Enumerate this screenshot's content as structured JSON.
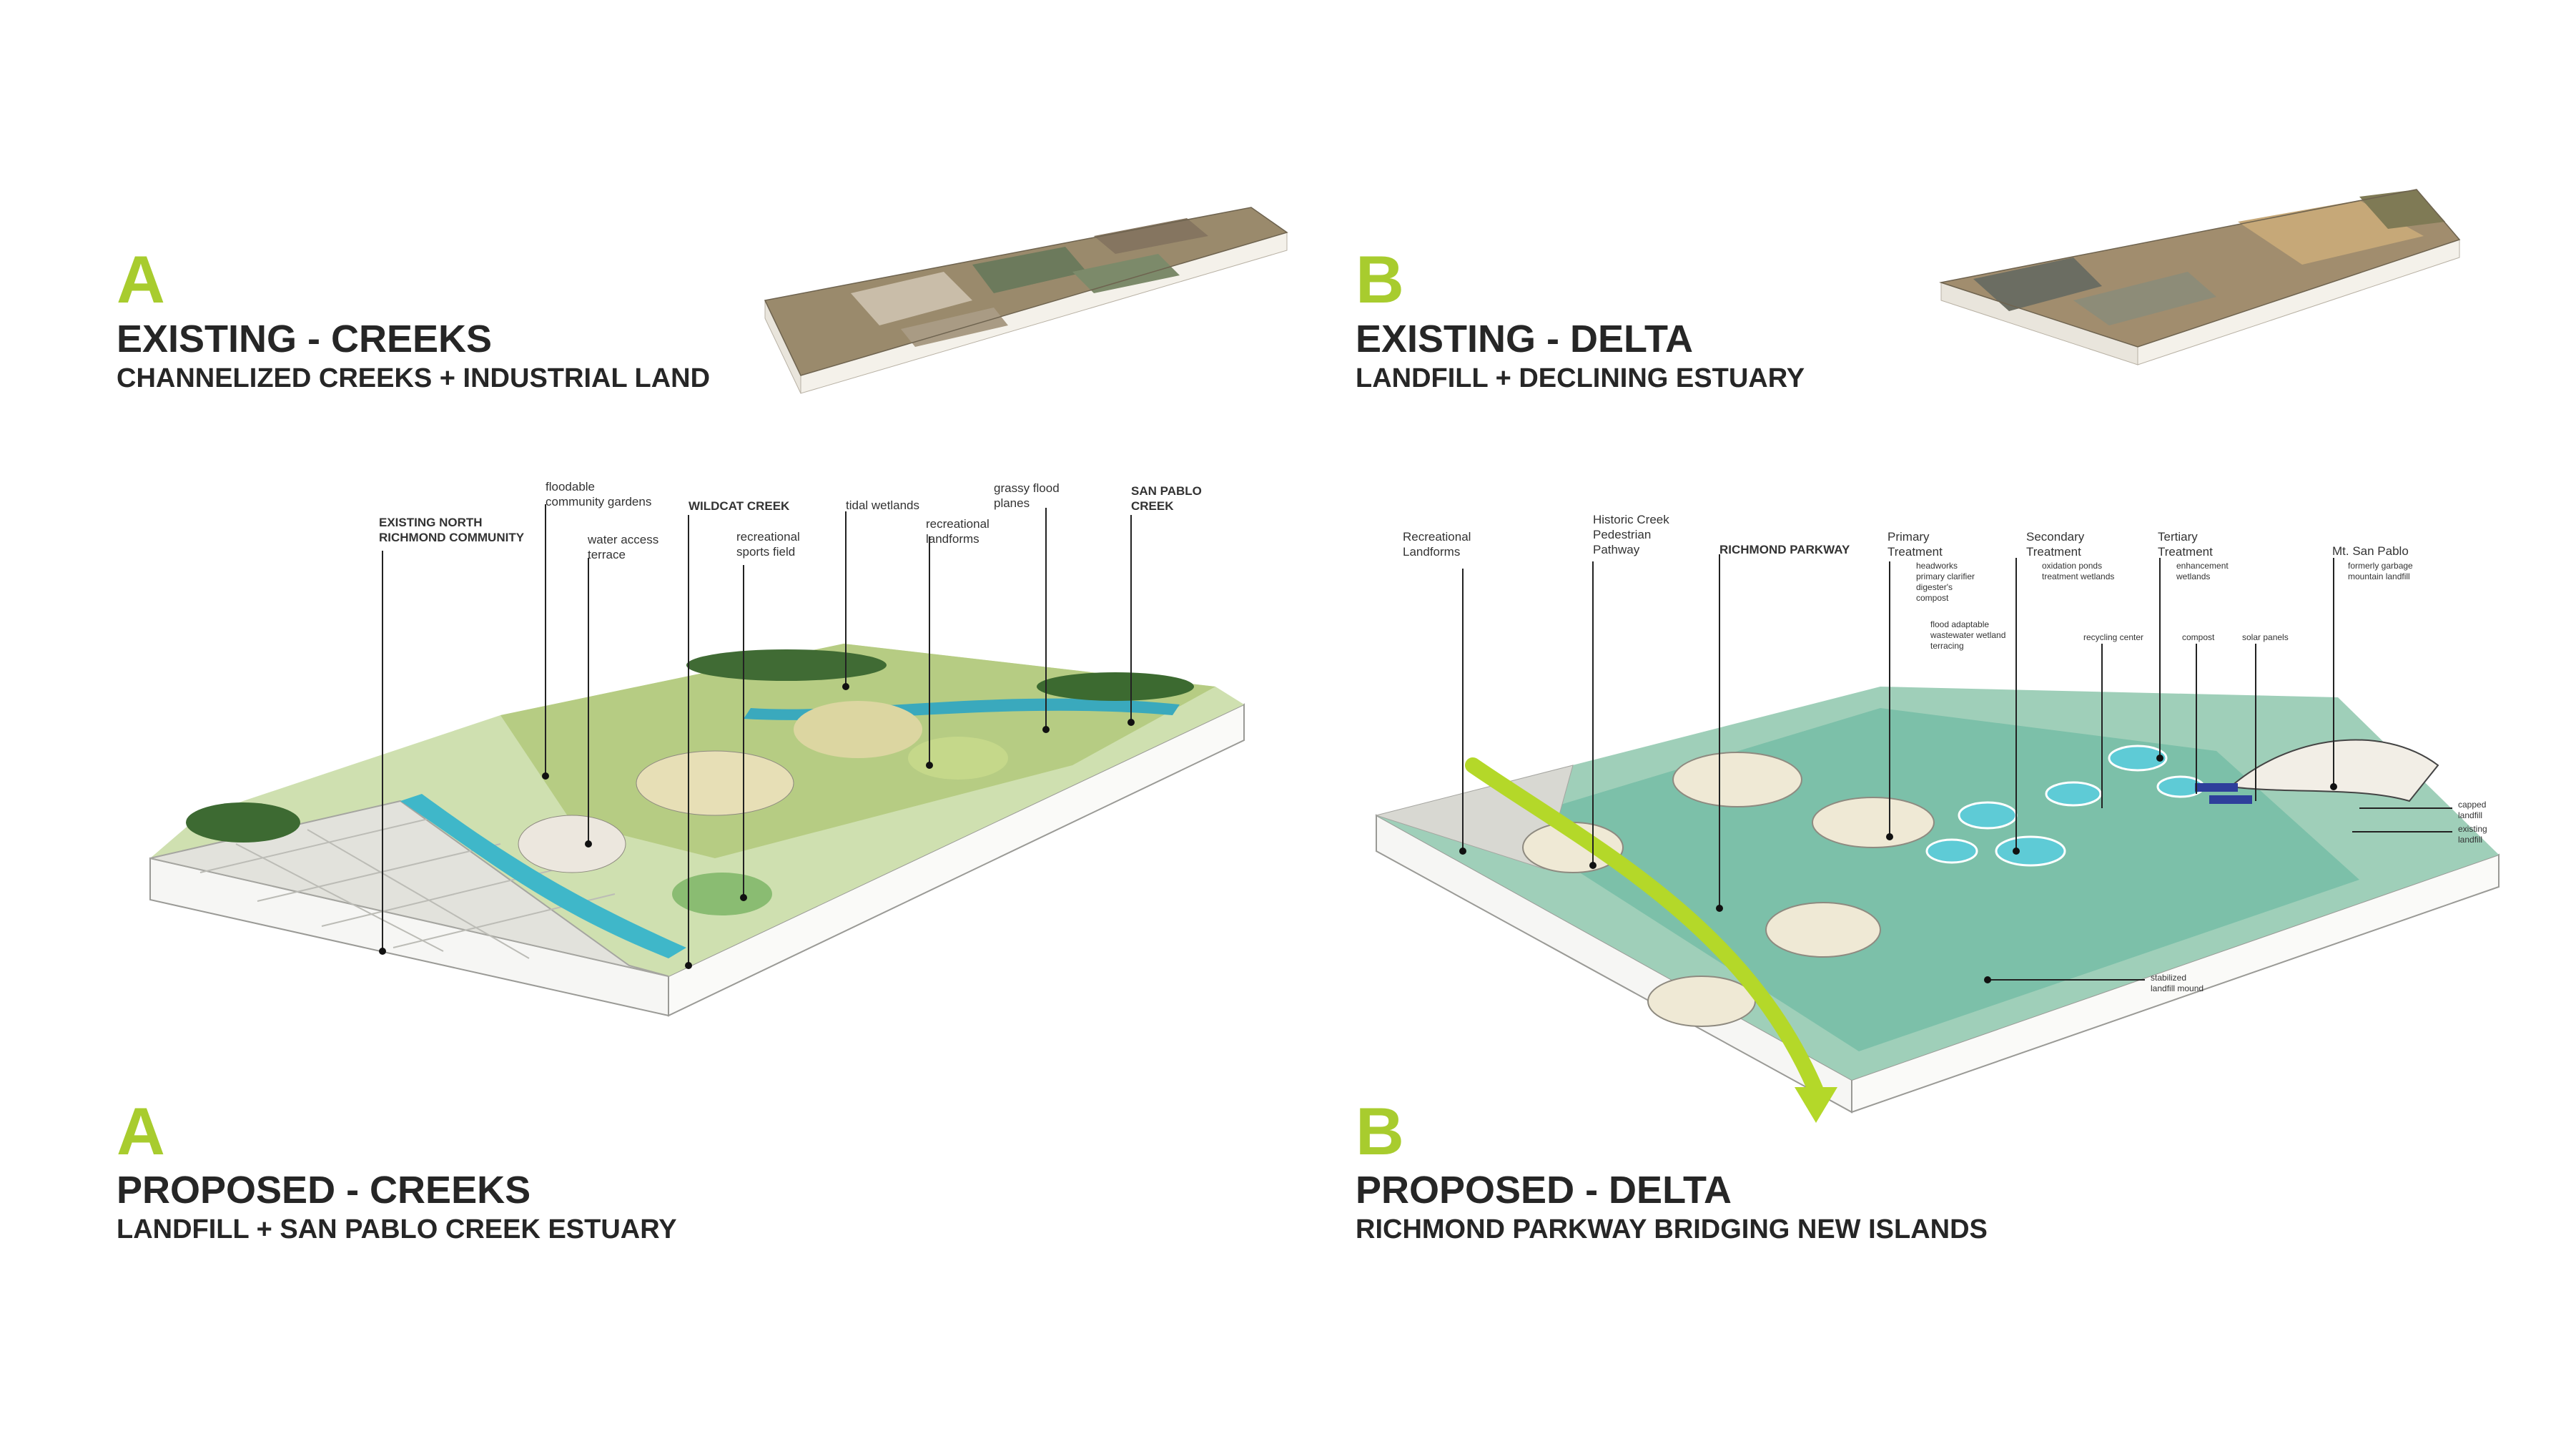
{
  "accent_color": "#a8cc2e",
  "panel_a": {
    "existing": {
      "letter": "A",
      "title": "EXISTING - CREEKS",
      "subtitle": "CHANNELIZED CREEKS + INDUSTRIAL LAND"
    },
    "proposed": {
      "letter": "A",
      "title": "PROPOSED - CREEKS",
      "subtitle": "LANDFILL + SAN PABLO CREEK ESTUARY"
    },
    "labels": {
      "north_richmond": "EXISTING NORTH\nRICHMOND COMMUNITY",
      "community_gardens": "floodable\ncommunity gardens",
      "water_access": "water access\nterrace",
      "wildcat_creek": "WILDCAT CREEK",
      "sports_field": "recreational\nsports field",
      "tidal_wetlands": "tidal wetlands",
      "rec_landforms": "recreational\nlandforms",
      "flood_planes": "grassy flood\nplanes",
      "san_pablo_creek": "SAN PABLO\nCREEK"
    }
  },
  "panel_b": {
    "existing": {
      "letter": "B",
      "title": "EXISTING - DELTA",
      "subtitle": "LANDFILL + DECLINING ESTUARY"
    },
    "proposed": {
      "letter": "B",
      "title": "PROPOSED - DELTA",
      "subtitle": "RICHMOND PARKWAY BRIDGING NEW ISLANDS"
    },
    "labels": {
      "rec_landforms": "Recreational\nLandforms",
      "historic_creek": "Historic Creek\nPedestrian\nPathway",
      "richmond_parkway": "RICHMOND PARKWAY",
      "primary_treatment": "Primary\nTreatment",
      "primary_detail": "headworks\nprimary clarifier\ndigester's\ncompost",
      "secondary_treatment": "Secondary\nTreatment",
      "secondary_detail": "oxidation ponds\ntreatment wetlands",
      "tertiary_treatment": "Tertiary\nTreatment",
      "tertiary_detail": "enhancement\nwetlands",
      "mt_san_pablo": "Mt. San Pablo",
      "mt_detail": "formerly garbage\nmountain landfill",
      "flood_terracing": "flood adaptable\nwastewater wetland\nterracing",
      "recycling_center": "recycling center",
      "compost": "compost",
      "solar_panels": "solar panels",
      "capped_landfill": "capped\nlandfill",
      "existing_landfill": "existing\nlandfill",
      "stabilized_mound": "stabilized\nlandfill mound"
    }
  }
}
